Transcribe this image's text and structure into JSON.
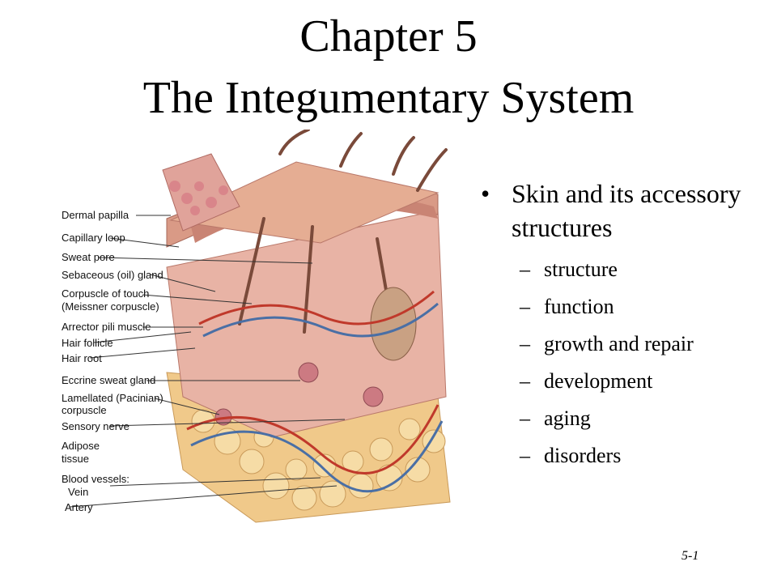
{
  "slide": {
    "title_line1": "Chapter 5",
    "title_line2": "The Integumentary System",
    "bullet_main": "Skin and its accessory structures",
    "bullet_symbol": "•",
    "dash_symbol": "–",
    "sub_bullets": [
      "structure",
      "function",
      "growth and repair",
      "development",
      "aging",
      "disorders"
    ],
    "slide_number": "5-1"
  },
  "figure": {
    "labels": {
      "dermal_papilla": "Dermal papilla",
      "capillary_loop": "Capillary loop",
      "sweat_pore": "Sweat pore",
      "sebaceous_gland": "Sebaceous (oil) gland",
      "corpuscle_touch_1": "Corpuscle of touch",
      "corpuscle_touch_2": "(Meissner corpuscle)",
      "arrector_pili": "Arrector pili muscle",
      "hair_follicle": "Hair follicle",
      "hair_root": "Hair root",
      "eccrine_gland": "Eccrine sweat gland",
      "lamellated_1": "Lamellated (Pacinian)",
      "lamellated_2": "corpuscle",
      "sensory_nerve": "Sensory nerve",
      "adipose_1": "Adipose",
      "adipose_2": "tissue",
      "blood_vessels": "Blood vessels:",
      "vein": "Vein",
      "artery": "Artery"
    },
    "colors": {
      "epidermis": "#d99a86",
      "dermis": "#e8b3a5",
      "hypodermis_fat": "#f2cf8a",
      "artery": "#c0392b",
      "vein": "#4a6fa5",
      "hair": "#7a4a3a"
    }
  }
}
